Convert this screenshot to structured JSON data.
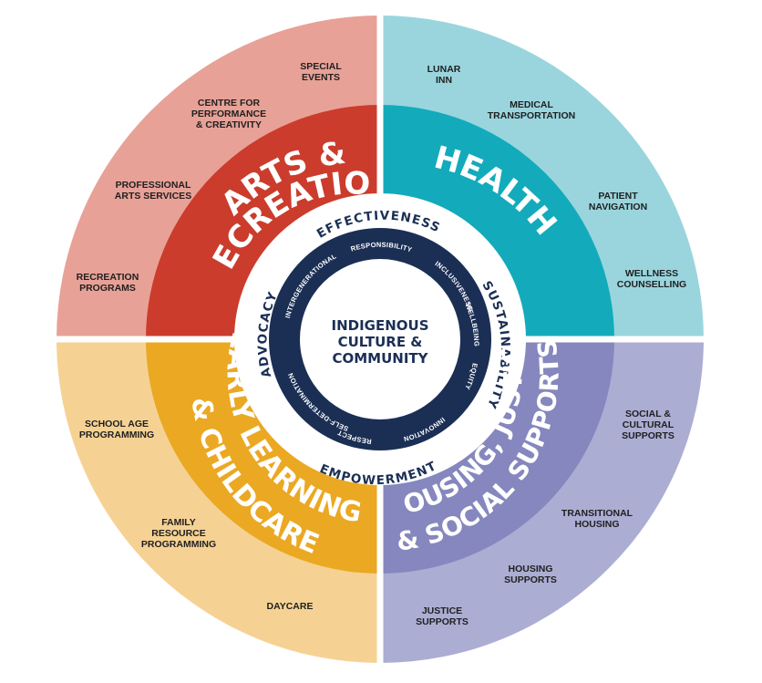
{
  "colors": {
    "arts_outer": "#e8a197",
    "arts_inner": "#cb3c2c",
    "health_outer": "#9ad5de",
    "health_inner": "#13abbb",
    "early_outer": "#f5d294",
    "early_inner": "#eba822",
    "housing_outer": "#acadd3",
    "housing_inner": "#8587be",
    "values_ring": "#ffffff",
    "principles_ring": "#1b2f55",
    "center": "#ffffff"
  },
  "center": {
    "line1": "INDIGENOUS",
    "line2": "CULTURE &",
    "line3": "COMMUNITY"
  },
  "values": {
    "top": "EFFECTIVENESS",
    "right": "SUSTAINABILITY",
    "bottom": "EMPOWERMENT",
    "left": "ADVOCACY"
  },
  "principles": {
    "responsibility": "RESPONSIBILITY",
    "inclusiveness": "INCLUSIVENESS",
    "wellbeing": "WELLBEING",
    "equity": "EQUITY",
    "innovation": "INNOVATION",
    "respect": "RESPECT",
    "self_determination": "SELF-DETERMINATION",
    "intergenerational": "INTERGENERATIONAL"
  },
  "quadrants": {
    "arts": {
      "line1": "ARTS &",
      "line2": "RECREATION",
      "services": {
        "special_events": [
          "SPECIAL",
          "EVENTS"
        ],
        "centre": [
          "CENTRE FOR",
          "PERFORMANCE",
          "& CREATIVITY"
        ],
        "professional": [
          "PROFESSIONAL",
          "ARTS SERVICES"
        ],
        "recreation": [
          "RECREATION",
          "PROGRAMS"
        ]
      }
    },
    "health": {
      "line1": "HEALTH",
      "services": {
        "lunar_inn": [
          "LUNAR",
          "INN"
        ],
        "medical": [
          "MEDICAL",
          "TRANSPORTATION"
        ],
        "patient": [
          "PATIENT",
          "NAVIGATION"
        ],
        "wellness": [
          "WELLNESS",
          "COUNSELLING"
        ]
      }
    },
    "early": {
      "line1": "EARLY LEARNING",
      "line2": "& CHILDCARE",
      "services": {
        "school_age": [
          "SCHOOL AGE",
          "PROGRAMMING"
        ],
        "family": [
          "FAMILY",
          "RESOURCE",
          "PROGRAMMING"
        ],
        "daycare": [
          "DAYCARE"
        ]
      }
    },
    "housing": {
      "line1": "HOUSING, JUSTICE",
      "line2": "& SOCIAL SUPPORTS",
      "services": {
        "social": [
          "SOCIAL &",
          "CULTURAL",
          "SUPPORTS"
        ],
        "transitional": [
          "TRANSITIONAL",
          "HOUSING"
        ],
        "housing_supports": [
          "HOUSING",
          "SUPPORTS"
        ],
        "justice": [
          "JUSTICE",
          "SUPPORTS"
        ]
      }
    }
  }
}
